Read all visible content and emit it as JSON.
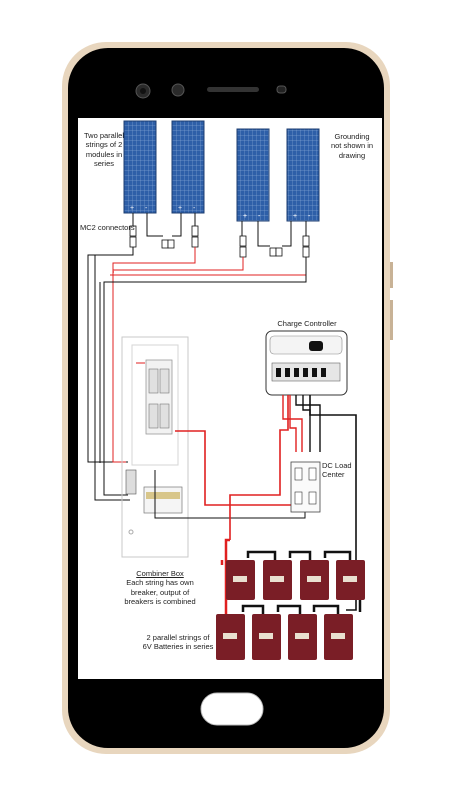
{
  "diagram": {
    "labels": {
      "strings_note": [
        "Two parallel",
        "strings of 2",
        "modules in series"
      ],
      "grounding_note": [
        "Grounding",
        "not shown in",
        "drawing"
      ],
      "connectors": "MC2 connectors",
      "charge_controller": "Charge Controller",
      "dc_load_center": [
        "DC Load",
        "Center"
      ],
      "combiner_box_title": "Combiner Box",
      "combiner_box_desc": [
        "Each string has own",
        "breaker, output of",
        "breakers is combined"
      ],
      "battery_note": [
        "2 parallel strings of",
        "6V Batteries in series"
      ]
    },
    "panel_terminal_plus": "+",
    "panel_terminal_minus": "-",
    "colors": {
      "phone_body": "#000000",
      "phone_frame": "#d8c2a6",
      "solar_panel": "#2e5fa8",
      "battery": "#7a1e26",
      "wire_positive": "#e02020",
      "wire_negative": "#111111"
    }
  }
}
